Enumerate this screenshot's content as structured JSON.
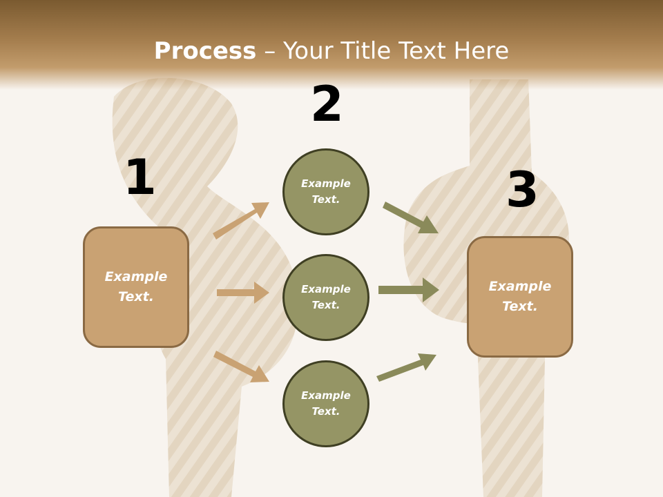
{
  "title": {
    "bold": "Process",
    "separator": " – ",
    "rest": "Your Title Text Here"
  },
  "steps": [
    {
      "number": "1",
      "text": "Example Text."
    },
    {
      "number": "2",
      "items": [
        "Example Text.",
        "Example Text.",
        "Example Text."
      ]
    },
    {
      "number": "3",
      "text": "Example Text."
    }
  ],
  "colors": {
    "header": "#a57e4e",
    "box_fill": "#c9a273",
    "circle_fill": "#959565",
    "left_arrows": "#c9a273",
    "right_arrows": "#8a8a5a"
  }
}
